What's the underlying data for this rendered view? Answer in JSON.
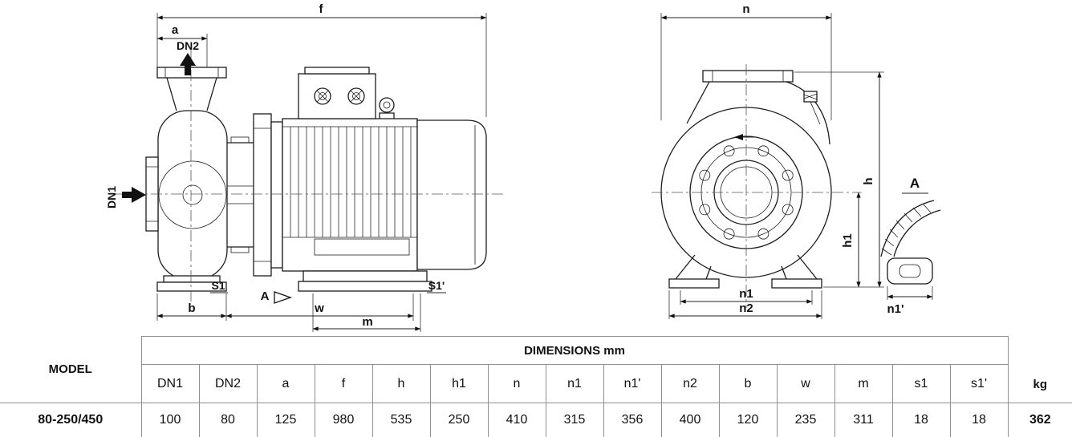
{
  "drawing": {
    "side_view": {
      "f": "f",
      "a": "a",
      "dn2": "DN2",
      "dn1": "DN1",
      "s1": "S1",
      "s1_prime": "S1'",
      "view_arrow": "A",
      "b": "b",
      "w": "w",
      "m": "m"
    },
    "front_view": {
      "n": "n",
      "h": "h",
      "h1": "h1",
      "n1": "n1",
      "n2": "n2"
    },
    "detail_view": {
      "title": "A",
      "n1_prime": "n1'"
    }
  },
  "table": {
    "group_header": "DIMENSIONS mm",
    "model_header": "MODEL",
    "weight_header": "kg",
    "columns": [
      "DN1",
      "DN2",
      "a",
      "f",
      "h",
      "h1",
      "n",
      "n1",
      "n1'",
      "n2",
      "b",
      "w",
      "m",
      "s1",
      "s1'"
    ],
    "row": {
      "model": "80-250/450",
      "values": [
        "100",
        "80",
        "125",
        "980",
        "535",
        "250",
        "410",
        "315",
        "356",
        "400",
        "120",
        "235",
        "311",
        "18",
        "18"
      ],
      "weight": "362"
    }
  }
}
